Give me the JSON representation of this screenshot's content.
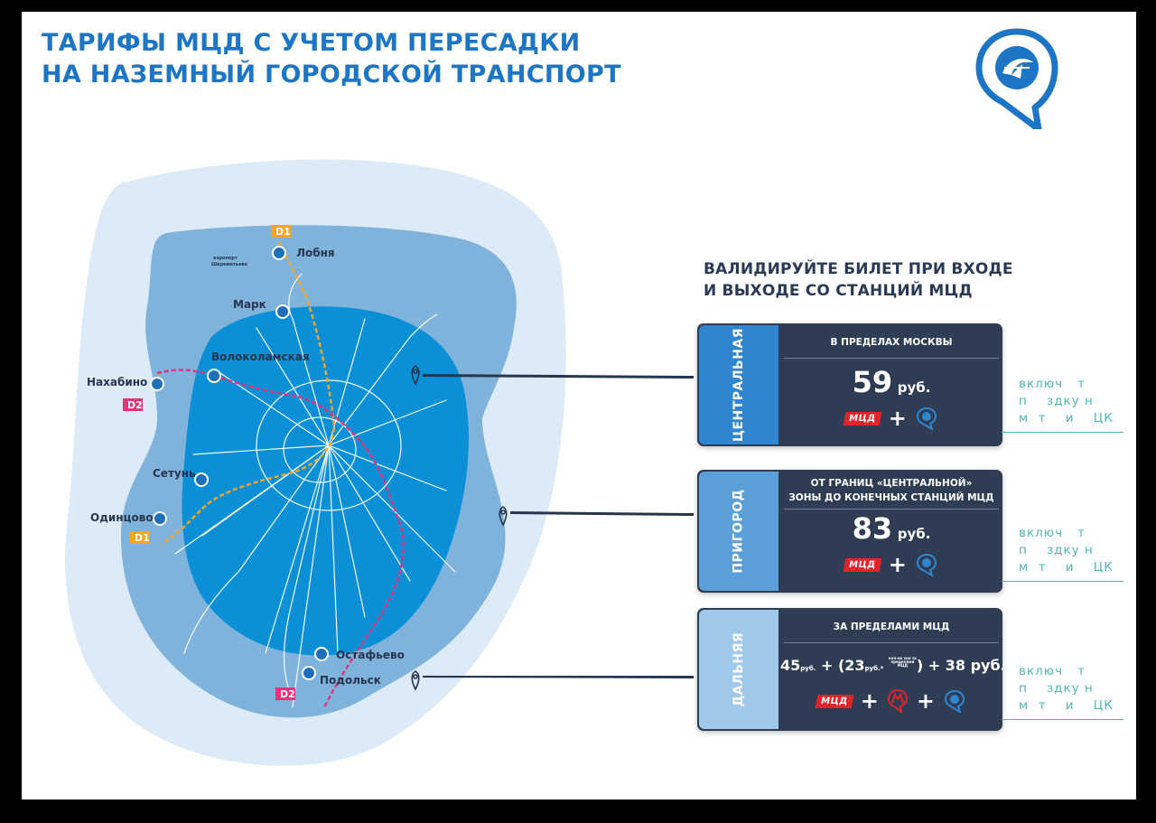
{
  "title": {
    "line1": "ТАРИФЫ МЦД С УЧЕТОМ ПЕРЕСАДКИ",
    "line2": "НА НАЗЕМНЫЙ ГОРОДСКОЙ ТРАНСПОРТ"
  },
  "brand": {
    "logo_icon": "mcd-pin-logo-icon",
    "color": "#1d76c5"
  },
  "map": {
    "colors": {
      "outer_zone": "#dcebf7",
      "middle_zone": "#7fb3db",
      "central_zone": "#0b8fd6",
      "line_d1": "#f5a623",
      "line_d2": "#e8327c"
    },
    "lines": [
      {
        "badge": "D1",
        "color": "#f5a623"
      },
      {
        "badge": "D2",
        "color": "#e8327c"
      }
    ],
    "stations": {
      "lobnya": "Лобня",
      "mark": "Марк",
      "volokolamskaya": "Волоколамская",
      "nakhabino": "Нахабино",
      "setun": "Сетунь",
      "odintsovo": "Одинцово",
      "ostafyevo": "Остафьево",
      "podolsk": "Подольск"
    },
    "airport": {
      "line1": "аэропорт",
      "line2": "Шереметьево"
    }
  },
  "instruction": {
    "line1": "ВАЛИДИРУЙТЕ БИЛЕТ ПРИ ВХОДЕ",
    "line2": "И ВЫХОДЕ СО СТАНЦИЙ МЦД"
  },
  "zones": [
    {
      "name": "ЦЕНТРАЛЬНАЯ",
      "tab_color": "#2f86cf",
      "heading": "В ПРЕДЕЛАХ МОСКВЫ",
      "price_value": "59",
      "price_unit": "руб.",
      "icons": [
        "mcd-badge",
        "plus",
        "pin-icon"
      ]
    },
    {
      "name": "ПРИГОРОД",
      "tab_color": "#5b9fd8",
      "heading_line1": "ОТ ГРАНИЦ «ЦЕНТРАЛЬНОЙ»",
      "heading_line2": "ЗОНЫ ДО КОНЕЧНЫХ СТАНЦИЙ МЦД",
      "price_value": "83",
      "price_unit": "руб.",
      "icons": [
        "mcd-badge",
        "plus",
        "pin-icon"
      ]
    },
    {
      "name": "ДАЛЬНЯЯ",
      "tab_color": "#9fc8ea",
      "heading": "ЗА ПРЕДЕЛАМИ МЦД",
      "price_part1": "45",
      "price_part1_unit": "руб.",
      "price_part2": "23",
      "price_part2_unit": "руб.",
      "price_note_line1": "кол-во зон за",
      "price_note_line2": "пределами",
      "price_note_line3": "МЦД",
      "price_part3": "38 руб.",
      "icons": [
        "mcd-badge",
        "plus",
        "metro-icon",
        "plus",
        "pin-icon"
      ]
    }
  ],
  "mcd_badge": "МЦД",
  "side_note": {
    "line1": "включ   т",
    "line2": "п    здку н",
    "line3": "м  т    и    ЦК"
  }
}
